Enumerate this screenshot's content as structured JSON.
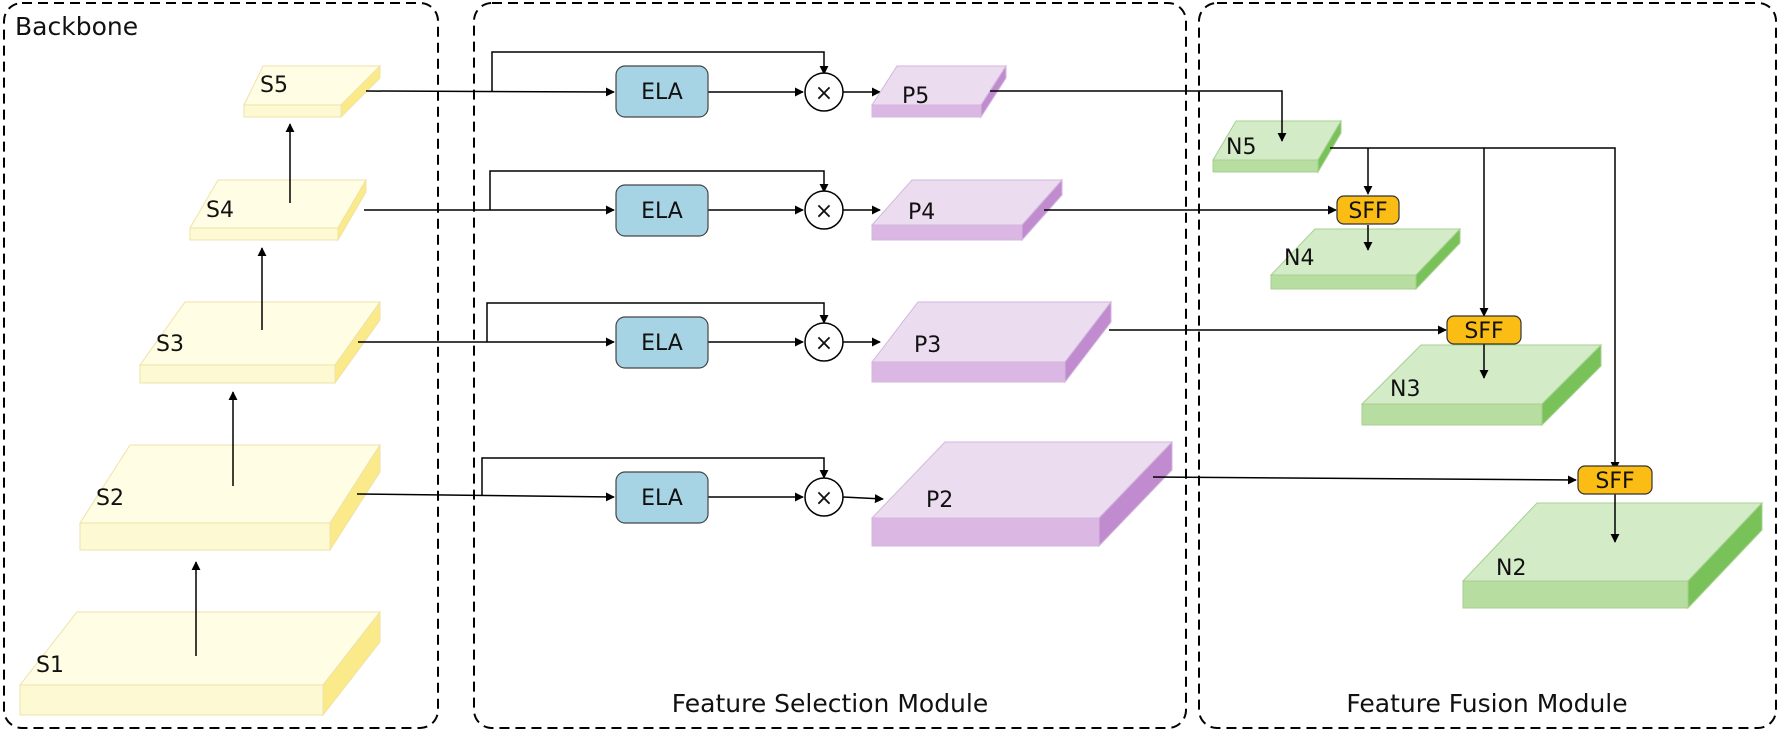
{
  "panels": {
    "backbone": {
      "title": "Backbone"
    },
    "selection": {
      "title": "Feature Selection Module"
    },
    "fusion": {
      "title": "Feature Fusion Module"
    }
  },
  "backbone_layers": {
    "s1": "S1",
    "s2": "S2",
    "s3": "S3",
    "s4": "S4",
    "s5": "S5"
  },
  "selection_layers": {
    "p2": "P2",
    "p3": "P3",
    "p4": "P4",
    "p5": "P5"
  },
  "fusion_layers": {
    "n2": "N2",
    "n3": "N3",
    "n4": "N4",
    "n5": "N5"
  },
  "blocks": {
    "ela": "ELA",
    "sff": "SFF",
    "multiply": "×"
  },
  "colors": {
    "backbone_top": "#fffde4",
    "backbone_front": "#fdf9d2",
    "backbone_side": "#fbea8a",
    "selection_top": "#ecdcf0",
    "selection_front": "#dbb8e4",
    "selection_side": "#c08ccf",
    "fusion_top": "#d4ebc8",
    "fusion_front": "#b7dda1",
    "fusion_side": "#79c25a",
    "ela_fill": "#a7d4e5",
    "sff_fill": "#fbbd14"
  }
}
